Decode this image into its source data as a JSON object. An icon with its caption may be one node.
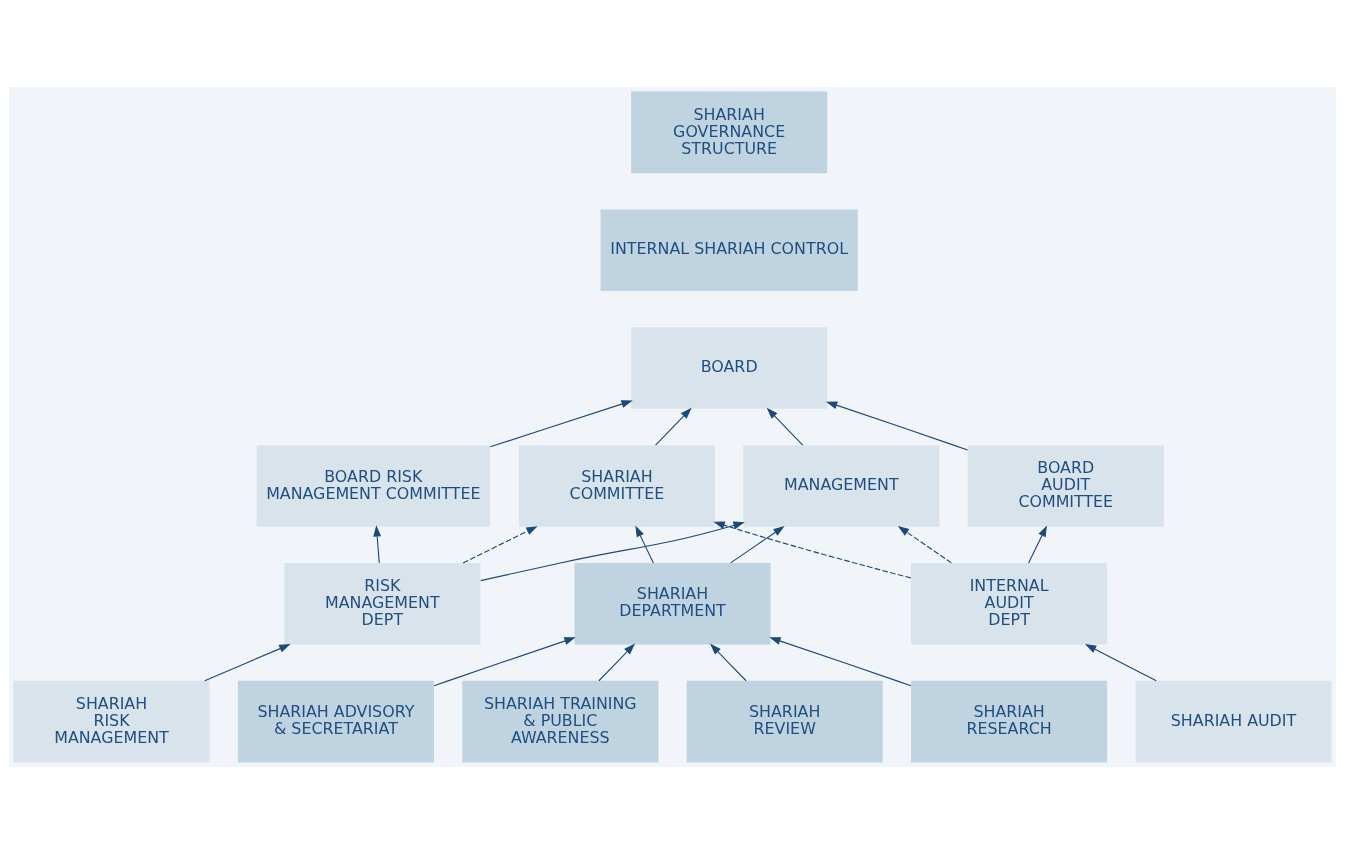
{
  "diagram": {
    "nodes": [
      {
        "text": [
          "SHARIAH GOVERNANCE STRUCTURE"
        ]
      },
      {
        "text": [
          "INTERNAL SHARIAH CONTROL"
        ]
      },
      {
        "text": [
          "BOARD"
        ]
      },
      {
        "text": [
          "BOARD RISK MANAGEMENT COMMITTEE"
        ]
      },
      {
        "text": [
          "SHARIAH COMMITTEE"
        ]
      },
      {
        "text": [
          "BOARD AUDIT COMMITTEE"
        ]
      },
      {
        "text": [
          "MANAGEMENT"
        ]
      },
      {
        "text": [
          "RISK MANAGEMENT DEPT"
        ]
      },
      {
        "text": [
          "SHARIAH DEPARTMENT"
        ]
      },
      {
        "text": [
          "INTERNAL AUDIT DEPT"
        ]
      },
      {
        "text": [
          "SHARIAH RISK MANAGEMENT"
        ]
      },
      {
        "text": [
          "SHARIAH REVIEW"
        ]
      },
      {
        "text": [
          "SHARIAH RESEARCH"
        ]
      },
      {
        "text": [
          "SHARIAH ADVISORY & SECRETARIAT"
        ]
      },
      {
        "text": [
          "SHARIAH TRAINING & PUBLIC AWARENESS"
        ]
      },
      {
        "text": [
          "SHARIAH AUDIT"
        ]
      }
    ],
    "edges": [
      {
        "from": 3,
        "to": 2,
        "arrow": "to"
      },
      {
        "from": 4,
        "to": 2,
        "arrow": "to"
      },
      {
        "from": 6,
        "to": 2,
        "arrow": "to"
      },
      {
        "from": 5,
        "to": 2,
        "arrow": "to"
      },
      {
        "from": 7,
        "to": 3,
        "arrow": "to"
      },
      {
        "from": 7,
        "to": 4,
        "arrow": "to",
        "style": "dashed"
      },
      {
        "from": 7,
        "to": 6,
        "arrow": "to"
      },
      {
        "from": 8,
        "to": 4,
        "arrow": "to"
      },
      {
        "from": 8,
        "to": 6,
        "arrow": "to"
      },
      {
        "from": 9,
        "to": 4,
        "arrow": "to",
        "style": "dashed"
      },
      {
        "from": 9,
        "to": 6,
        "arrow": "to",
        "style": "dashed"
      },
      {
        "from": 9,
        "to": 5,
        "arrow": "to"
      },
      {
        "from": 10,
        "to": 7,
        "arrow": "to"
      },
      {
        "from": 11,
        "to": 8,
        "arrow": "to"
      },
      {
        "from": 12,
        "to": 8,
        "arrow": "to"
      },
      {
        "from": 13,
        "to": 8,
        "arrow": "to"
      },
      {
        "from": 14,
        "to": 8,
        "arrow": "to"
      },
      {
        "from": 15,
        "to": 9,
        "arrow": "to"
      }
    ]
  }
}
